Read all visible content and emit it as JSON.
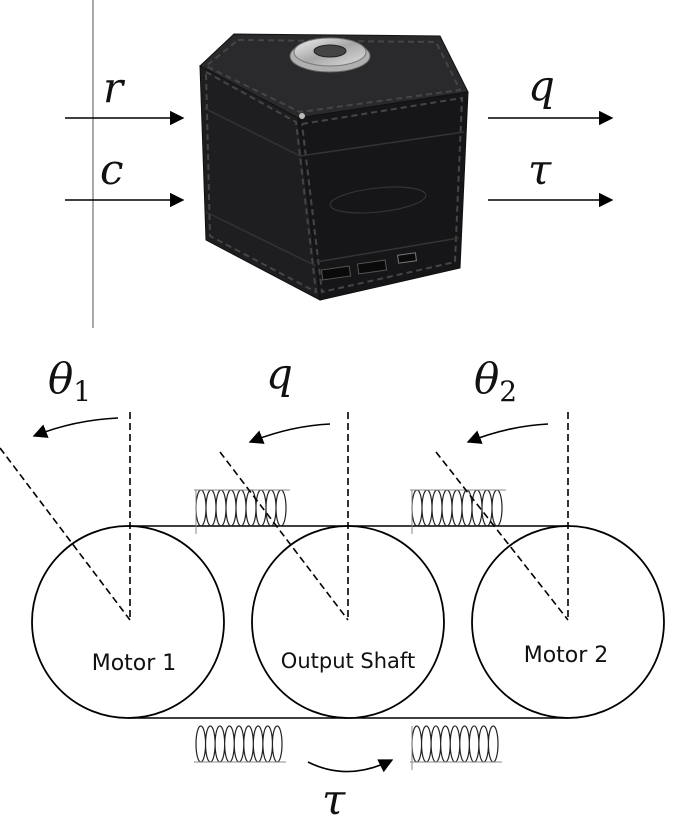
{
  "top_diagram": {
    "inputs": [
      {
        "symbol": "r"
      },
      {
        "symbol": "c"
      }
    ],
    "outputs": [
      {
        "symbol": "q"
      },
      {
        "symbol": "τ"
      }
    ],
    "module_description": "black cube actuator module with silver output shaft"
  },
  "bottom_diagram": {
    "angles": {
      "theta1": "θ",
      "theta1_sub": "1",
      "q": "q",
      "theta2": "θ",
      "theta2_sub": "2"
    },
    "wheels": [
      {
        "label": "Motor 1"
      },
      {
        "label": "Output Shaft"
      },
      {
        "label": "Motor 2"
      }
    ],
    "torque": "τ"
  },
  "colors": {
    "stroke": "#000000",
    "cube_body": "#1c1c1e",
    "cube_edge": "#3a3a3c",
    "shaft": "#c8c8c8"
  }
}
